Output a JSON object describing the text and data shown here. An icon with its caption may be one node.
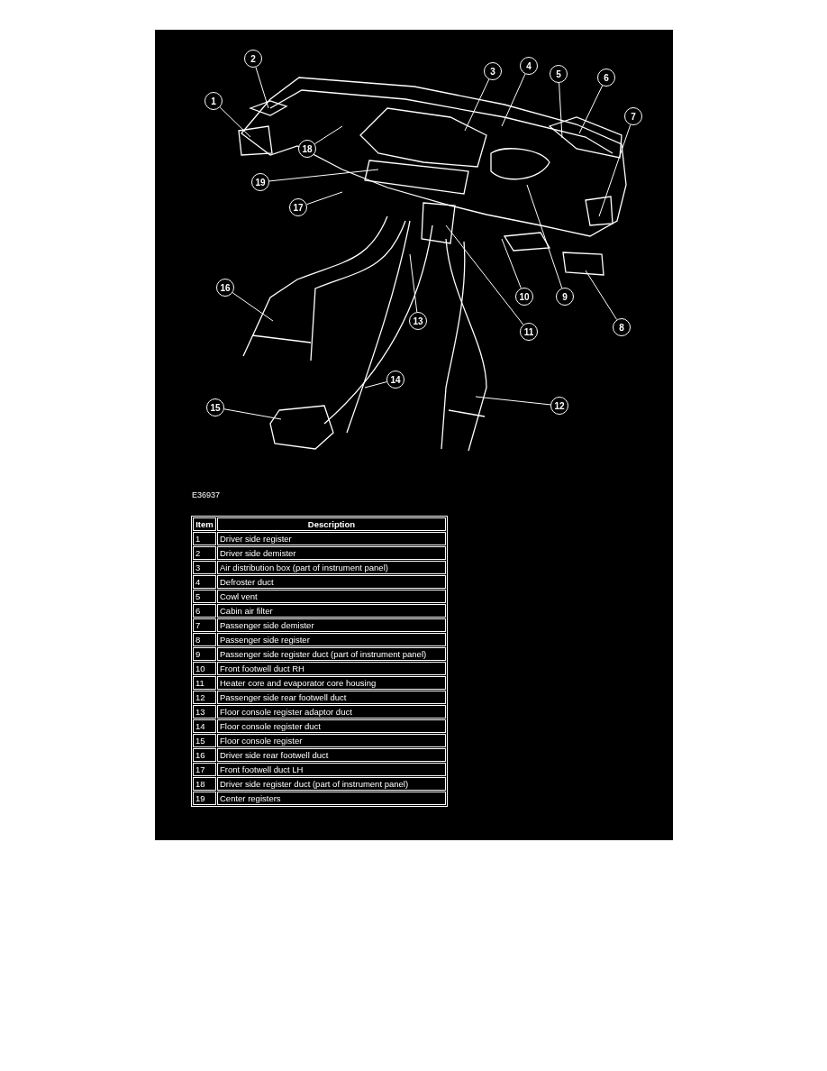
{
  "diagram": {
    "nodes": [
      {
        "text": [
          "1"
        ]
      },
      {
        "text": [
          "2"
        ]
      },
      {
        "text": [
          "3"
        ]
      },
      {
        "text": [
          "4"
        ]
      },
      {
        "text": [
          "5"
        ]
      },
      {
        "text": [
          "6"
        ]
      },
      {
        "text": [
          "7"
        ]
      },
      {
        "text": [
          "8"
        ]
      },
      {
        "text": [
          "9"
        ]
      },
      {
        "text": [
          "10"
        ]
      },
      {
        "text": [
          "11"
        ]
      },
      {
        "text": [
          "12"
        ]
      },
      {
        "text": [
          "13"
        ]
      },
      {
        "text": [
          "14"
        ]
      },
      {
        "text": [
          "15"
        ]
      },
      {
        "text": [
          "16"
        ]
      },
      {
        "text": [
          "17"
        ]
      },
      {
        "text": [
          "18"
        ]
      },
      {
        "text": [
          "19"
        ]
      }
    ],
    "edges": [
      {
        "from": 0,
        "to": null,
        "arrow": "none"
      },
      {
        "from": 1,
        "to": null,
        "arrow": "none"
      },
      {
        "from": 2,
        "to": null,
        "arrow": "none"
      },
      {
        "from": 3,
        "to": null,
        "arrow": "none"
      },
      {
        "from": 4,
        "to": null,
        "arrow": "none"
      },
      {
        "from": 5,
        "to": null,
        "arrow": "none"
      },
      {
        "from": 6,
        "to": null,
        "arrow": "none"
      },
      {
        "from": 7,
        "to": null,
        "arrow": "none"
      },
      {
        "from": 8,
        "to": null,
        "arrow": "none"
      },
      {
        "from": 9,
        "to": null,
        "arrow": "none"
      },
      {
        "from": 10,
        "to": null,
        "arrow": "none"
      },
      {
        "from": 11,
        "to": null,
        "arrow": "none"
      },
      {
        "from": 12,
        "to": null,
        "arrow": "none"
      },
      {
        "from": 13,
        "to": null,
        "arrow": "none"
      },
      {
        "from": 14,
        "to": null,
        "arrow": "none"
      },
      {
        "from": 15,
        "to": null,
        "arrow": "none"
      },
      {
        "from": 16,
        "to": null,
        "arrow": "none"
      },
      {
        "from": 17,
        "to": null,
        "arrow": "none"
      },
      {
        "from": 18,
        "to": null,
        "arrow": "none"
      }
    ],
    "labels": [
      "E36937",
      "Item",
      "Description",
      "1",
      "Driver side register",
      "2",
      "Driver side demister",
      "3",
      "Air distribution box (part of instrument panel)",
      "4",
      "Defroster duct",
      "5",
      "Cowl vent",
      "6",
      "Cabin air filter",
      "7",
      "Passenger side demister",
      "8",
      "Passenger side register",
      "9",
      "Passenger side register duct (part of instrument panel)",
      "10",
      "Front footwell duct RH",
      "11",
      "Heater core and evaporator core housing",
      "12",
      "Passenger side rear footwell duct",
      "13",
      "Floor console register adaptor duct",
      "14",
      "Floor console register duct",
      "15",
      "Floor console register",
      "16",
      "Driver side rear footwell duct",
      "17",
      "Front footwell duct LH",
      "18",
      "Driver side register duct (part of instrument panel)",
      "19",
      "Center registers"
    ]
  }
}
